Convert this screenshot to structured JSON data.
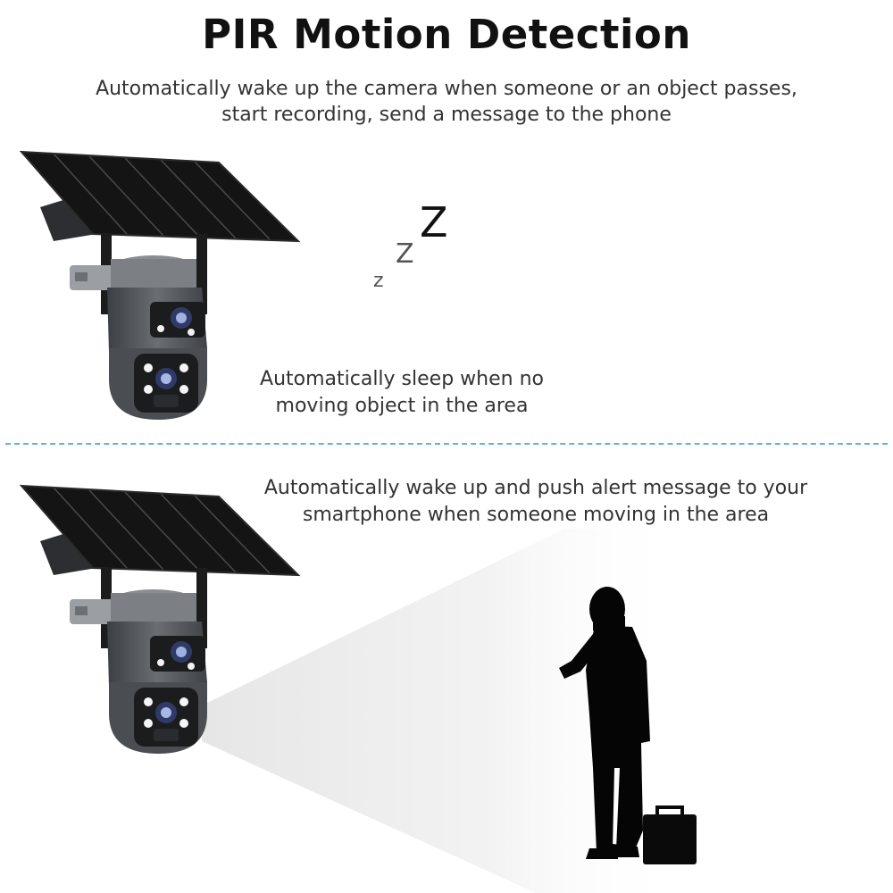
{
  "title": "PIR Motion Detection",
  "subtitle": "Automatically wake up the camera when someone or an object passes, start recording, send a message to the phone",
  "sleep_caption": "Automatically sleep when no moving object in the area",
  "sleep_letters": [
    "z",
    "Z",
    "Z"
  ],
  "wake_caption": "Automatically wake up and push alert message to your smartphone when someone moving in the area",
  "icons": {
    "camera_top": "solar-camera-icon",
    "camera_bottom": "solar-camera-icon",
    "person": "person-silhouette-icon",
    "bag": "briefcase-icon"
  },
  "colors": {
    "divider": "#5fb3d6",
    "camera_body": "#55585c",
    "solar_panel": "#111111"
  }
}
